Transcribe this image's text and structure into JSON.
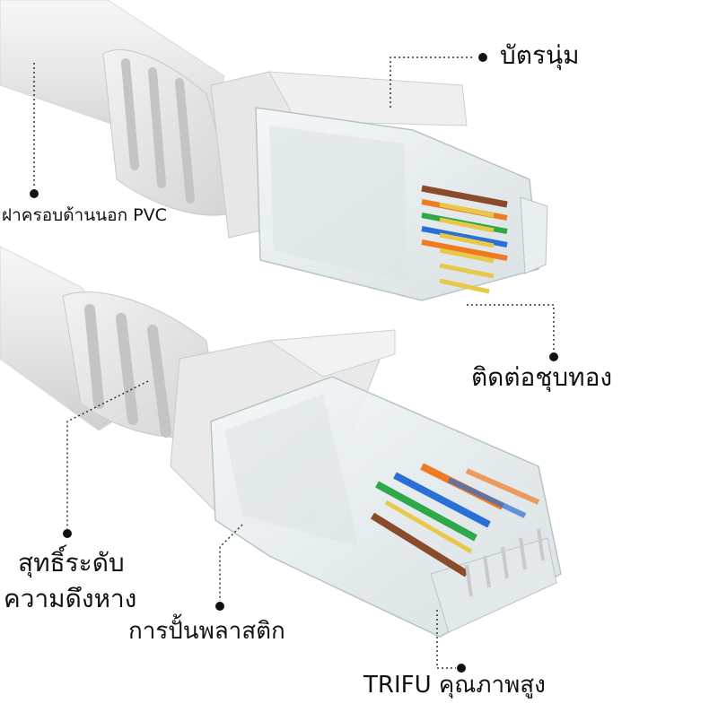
{
  "labels": {
    "soft_card": "บัตรนุ่ม",
    "pvc_cover": "ฝาครอบด้านนอก PVC",
    "gold_contact": "ติดต่อชุบทอง",
    "strain_relief_line1": "สุทธิ์ระดับ",
    "strain_relief_line2": "ความดึงหาง",
    "plastic_molding": "การปั้นพลาสติก",
    "brand_quality": "TRIFU คุณภาพสูง"
  },
  "colors": {
    "cable": "#efefef",
    "cable_shadow": "#c9c9c9",
    "plug_clear": "#e9eef0",
    "gold": "#e8c84a",
    "wire_orange": "#f07a22",
    "wire_green": "#2fa84a",
    "wire_blue": "#2a6fd6",
    "wire_brown": "#8a4b2a",
    "leader": "#333333"
  }
}
